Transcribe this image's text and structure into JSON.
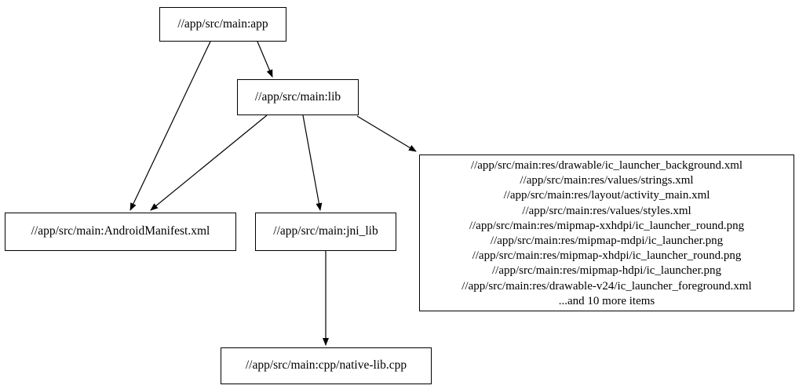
{
  "diagram": {
    "type": "directed-dependency-graph",
    "colors": {
      "background": "#ffffff",
      "node_border": "#000000",
      "node_fill": "#ffffff",
      "edge": "#000000",
      "text": "#000000"
    },
    "nodes": {
      "app": {
        "label": "//app/src/main:app"
      },
      "lib": {
        "label": "//app/src/main:lib"
      },
      "manifest": {
        "label": "//app/src/main:AndroidManifest.xml"
      },
      "jni_lib": {
        "label": "//app/src/main:jni_lib"
      },
      "cpp": {
        "label": "//app/src/main:cpp/native-lib.cpp"
      },
      "resources": {
        "lines": [
          "//app/src/main:res/drawable/ic_launcher_background.xml",
          "//app/src/main:res/values/strings.xml",
          "//app/src/main:res/layout/activity_main.xml",
          "//app/src/main:res/values/styles.xml",
          "//app/src/main:res/mipmap-xxhdpi/ic_launcher_round.png",
          "//app/src/main:res/mipmap-mdpi/ic_launcher.png",
          "//app/src/main:res/mipmap-xhdpi/ic_launcher_round.png",
          "//app/src/main:res/mipmap-hdpi/ic_launcher.png",
          "//app/src/main:res/drawable-v24/ic_launcher_foreground.xml",
          "...and 10 more items"
        ]
      }
    },
    "edges": [
      {
        "from": "app",
        "to": "lib"
      },
      {
        "from": "app",
        "to": "manifest"
      },
      {
        "from": "lib",
        "to": "manifest"
      },
      {
        "from": "lib",
        "to": "jni_lib"
      },
      {
        "from": "lib",
        "to": "resources"
      },
      {
        "from": "jni_lib",
        "to": "cpp"
      }
    ]
  }
}
